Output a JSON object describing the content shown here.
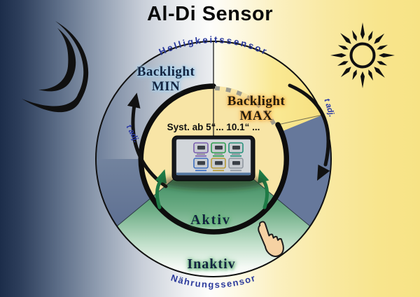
{
  "title": "Al-Di Sensor",
  "ring": {
    "brightness_sensor_label": "Helligkeitssensor",
    "proximity_sensor_label": "Nährungssensor",
    "backlight_min": {
      "line1": "Backlight",
      "line2": "MIN"
    },
    "backlight_max": {
      "line1": "Backlight",
      "line2": "MAX"
    },
    "active_label": "Aktiv",
    "inactive_label": "Inaktiv",
    "adjust_left_label": "t adj.",
    "adjust_right_label": "t adj."
  },
  "center": {
    "system_size_label": "Syst. ab 5“... 10.1“ ..."
  },
  "icons": {
    "moon": "crescent-moon-icon",
    "sun": "sun-icon",
    "hand": "pointing-hand-icon"
  },
  "colors": {
    "night_bg": "#1c2d4a",
    "day_bg": "#f7e386",
    "ring_slate": "#66779b",
    "inner_circle_fill": "#f8e5a6",
    "active_green": "#3a8a5e",
    "label_blue": "#2b3a9c",
    "backlight_max_glow": "#f3b85c",
    "backlight_min_glow": "#a8d4f0"
  }
}
